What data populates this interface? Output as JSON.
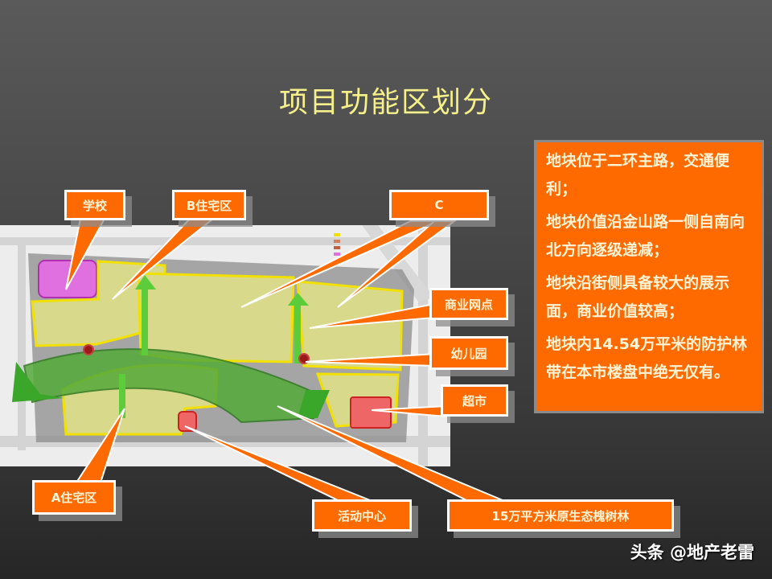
{
  "slide": {
    "title": "项目功能区划分",
    "watermark": "头条 @地产老雷"
  },
  "info_box": {
    "background": "#ff6a00",
    "paragraphs": [
      "地块位于二环主路，交通便利；",
      "地块价值沿金山路一侧自南向北方向逐级递减；",
      "地块沿街侧具备较大的展示面，商业价值较高；",
      "地块内14.54万平米的防护林带在本市楼盘中绝无仅有。"
    ]
  },
  "map": {
    "description": "site master plan",
    "legend_items": 4,
    "zones": {
      "residential_color": "#d8d98a",
      "school_color": "#e070e0",
      "greenbelt_color": "#4aa830",
      "commercial_color": "#ee6666"
    }
  },
  "callouts": {
    "school": "学校",
    "zone_b": "B住宅区",
    "zone_c": "C",
    "commercial_outlets": "商业网点",
    "kindergarten": "幼儿园",
    "supermarket": "超市",
    "zone_a": "A住宅区",
    "activity_center": "活动中心",
    "forest": "15万平方米原生态槐树林"
  },
  "colors": {
    "accent": "#ff6a00",
    "title": "#f5f08a",
    "label_text": "#fff4d6"
  }
}
